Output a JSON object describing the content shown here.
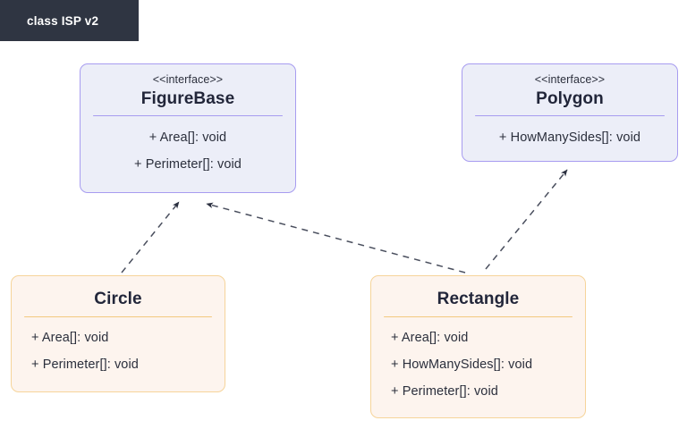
{
  "titlebar": {
    "label": "class ISP v2",
    "background": "#2f3542",
    "text_color": "#ffffff"
  },
  "colors": {
    "page_background": "#ffffff",
    "interface_fill": "#eceef8",
    "interface_border": "#a79cf0",
    "class_fill": "#fdf4ee",
    "class_border": "#f6d49a",
    "text": "#2b2f3c",
    "arrow": "#2b3040"
  },
  "diagram": {
    "type": "uml-class-diagram",
    "nodes": [
      {
        "id": "figurebase",
        "kind": "interface",
        "stereotype": "<<interface>>",
        "name": "FigureBase",
        "members": [
          "+ Area[]: void",
          "+ Perimeter[]: void"
        ]
      },
      {
        "id": "polygon",
        "kind": "interface",
        "stereotype": "<<interface>>",
        "name": "Polygon",
        "members": [
          "+ HowManySides[]: void"
        ]
      },
      {
        "id": "circle",
        "kind": "class",
        "stereotype": "",
        "name": "Circle",
        "members": [
          "+ Area[]: void",
          "+ Perimeter[]: void"
        ]
      },
      {
        "id": "rectangle",
        "kind": "class",
        "stereotype": "",
        "name": "Rectangle",
        "members": [
          "+ Area[]: void",
          "+ HowManySides[]: void",
          "+ Perimeter[]: void"
        ]
      }
    ],
    "edges": [
      {
        "from": "circle",
        "to": "figurebase",
        "style": "dashed",
        "arrowhead": "solid-triangle",
        "relation": "realization"
      },
      {
        "from": "rectangle",
        "to": "figurebase",
        "style": "dashed",
        "arrowhead": "solid-triangle",
        "relation": "realization"
      },
      {
        "from": "rectangle",
        "to": "polygon",
        "style": "dashed",
        "arrowhead": "solid-triangle",
        "relation": "realization"
      }
    ]
  }
}
